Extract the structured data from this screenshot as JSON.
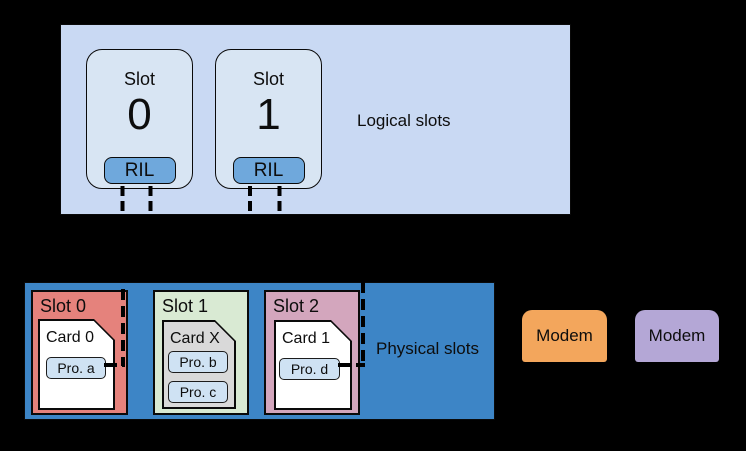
{
  "colors": {
    "background": "#000000",
    "logical_container": "#c9d9f3",
    "logical_slot": "#d8e5f3",
    "ril": "#6fa8dc",
    "physical_container": "#3d85c6",
    "slot0": "#e5827c",
    "slot1": "#d9ead3",
    "slot2": "#d3a6bd",
    "card_white": "#ffffff",
    "card_gray": "#d9d9d9",
    "profile": "#cfe2f3",
    "modem_orange": "#f3a65c",
    "modem_purple": "#b4a7d6"
  },
  "logical": {
    "title": "Logical slots",
    "slots": [
      {
        "label": "Slot",
        "number": "0",
        "ril": "RIL"
      },
      {
        "label": "Slot",
        "number": "1",
        "ril": "RIL"
      }
    ]
  },
  "physical": {
    "title": "Physical slots",
    "slots": [
      {
        "name": "Slot 0",
        "card": {
          "name": "Card 0",
          "profiles": [
            "Pro. a"
          ]
        }
      },
      {
        "name": "Slot 1",
        "card": {
          "name": "Card X",
          "profiles": [
            "Pro. b",
            "Pro. c"
          ]
        }
      },
      {
        "name": "Slot 2",
        "card": {
          "name": "Card 1",
          "profiles": [
            "Pro. d"
          ]
        }
      }
    ]
  },
  "modems": [
    {
      "label": "Modem"
    },
    {
      "label": "Modem"
    }
  ]
}
